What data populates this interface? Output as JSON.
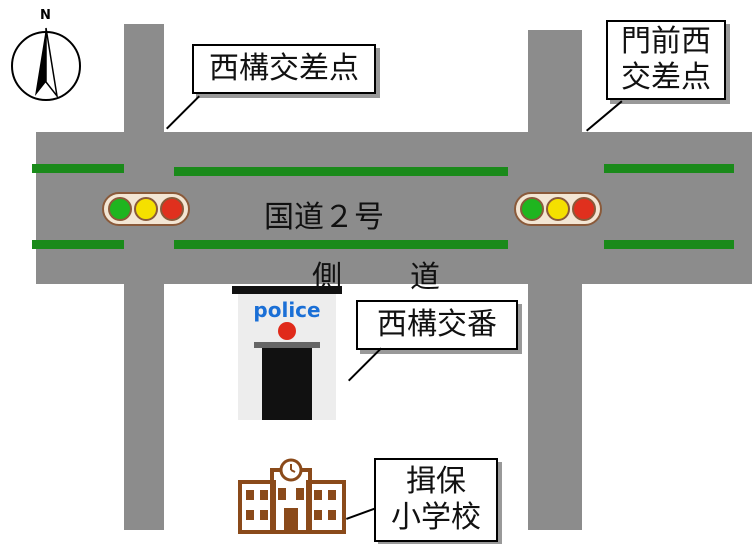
{
  "compass": {
    "label": "N"
  },
  "road": {
    "name": "国道２号",
    "side_road": [
      "側",
      "道"
    ]
  },
  "callouts": {
    "west_intersection": "西構交差点",
    "east_intersection": [
      "門前西",
      "交差点"
    ],
    "police_box": "西構交番",
    "school": [
      "揖保",
      "小学校"
    ]
  },
  "police": {
    "sign": "police"
  },
  "colors": {
    "road": "#8c8c8c",
    "lane_marking": "#1a8a1a",
    "signal_green": "#1fb51f",
    "signal_yellow": "#f5e000",
    "signal_red": "#e0301e",
    "school": "#8a4a1a",
    "police_sign": "#1a6fd6"
  },
  "icons": [
    "north-arrow-icon",
    "traffic-signal-icon",
    "police-box-icon",
    "school-building-icon"
  ]
}
